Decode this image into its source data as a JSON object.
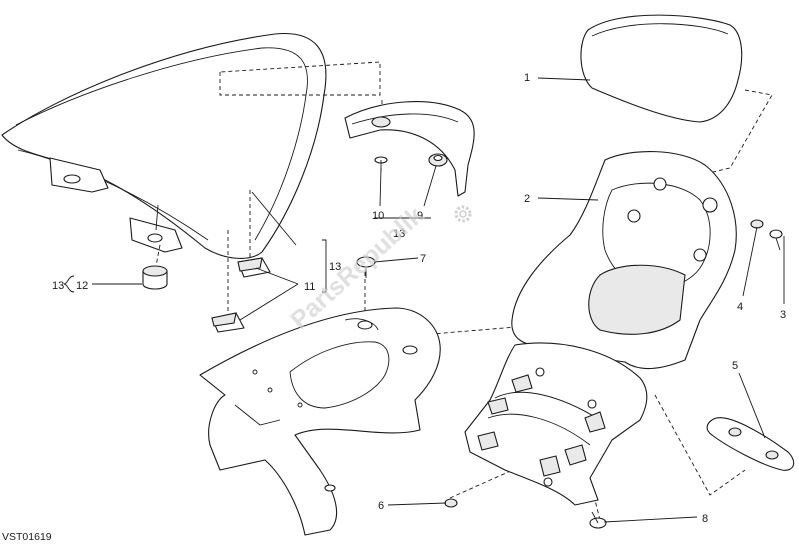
{
  "labels": {
    "l1": "1",
    "l2": "2",
    "l3": "3",
    "l4": "4",
    "l5": "5",
    "l6": "6",
    "l7": "7",
    "l8": "8",
    "l9": "9",
    "l10": "10",
    "l11": "11",
    "l12": "12",
    "l13a": "13",
    "l13b": "13",
    "l13c": "13"
  },
  "watermark": "PartsRepublik",
  "reference_code": "VST01619"
}
